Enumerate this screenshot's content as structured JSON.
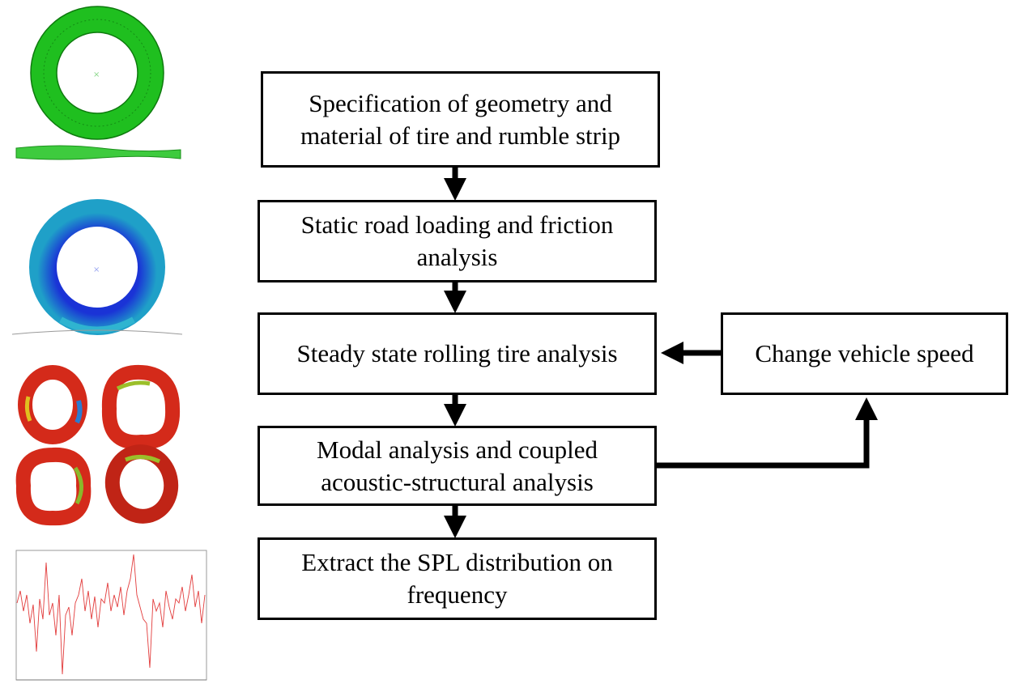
{
  "flow": {
    "step1": "Specification of geometry and material of tire and rumble strip",
    "step2": "Static road loading and friction analysis",
    "step3": "Steady state rolling tire analysis",
    "step4": "Modal analysis and coupled acoustic-structural analysis",
    "step5": "Extract the SPL distribution on frequency",
    "side": "Change vehicle speed"
  },
  "thumbnails": {
    "mesh_color": "#1fbf1f",
    "static_color": "#1a33d6",
    "mode_color": "#d42a1a",
    "spectrum_color": "#e23b3b"
  }
}
